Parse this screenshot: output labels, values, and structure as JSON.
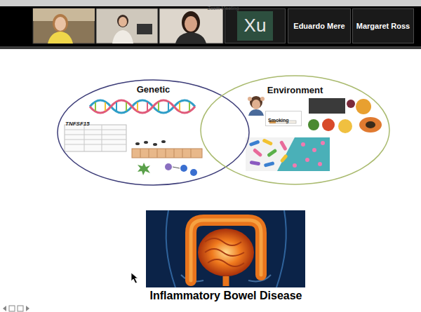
{
  "diagram": {
    "nodes": [
      {
        "text": [
          "Xu"
        ]
      },
      {
        "text": [
          "Eduardo Mere"
        ]
      },
      {
        "text": [
          "Margaret Ross"
        ]
      },
      {
        "text": [
          "Genetic",
          "TNFSF15"
        ]
      },
      {
        "text": [
          "Environment"
        ]
      },
      {
        "text": [
          "Smoking"
        ],
        "in": 4
      }
    ],
    "labels": [
      "Zoom Meeting",
      "Inflammatory Bowel Disease"
    ]
  }
}
